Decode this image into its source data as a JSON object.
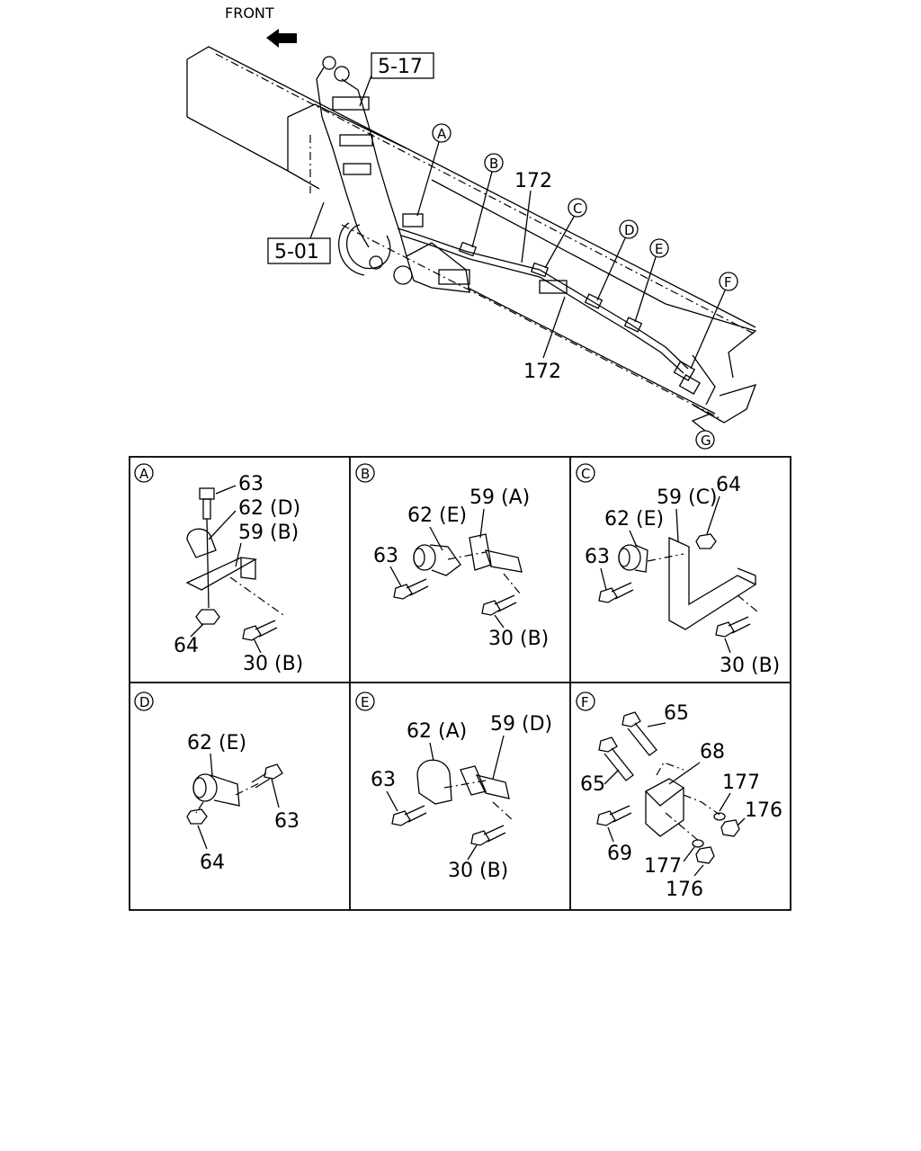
{
  "header": {
    "front_label": "FRONT"
  },
  "overview": {
    "ref_boxes": [
      "5-17",
      "5-01"
    ],
    "part_labels": [
      "172",
      "172"
    ],
    "callouts": [
      "A",
      "B",
      "C",
      "D",
      "E",
      "F",
      "G"
    ]
  },
  "details": {
    "A": {
      "letter": "A",
      "labels": [
        "63",
        "62 (D)",
        "59 (B)",
        "64",
        "30 (B)"
      ]
    },
    "B": {
      "letter": "B",
      "labels": [
        "62 (E)",
        "59 (A)",
        "63",
        "30 (B)"
      ]
    },
    "C": {
      "letter": "C",
      "labels": [
        "59 (C)",
        "64",
        "62 (E)",
        "63",
        "30 (B)"
      ]
    },
    "D": {
      "letter": "D",
      "labels": [
        "62 (E)",
        "63",
        "64"
      ]
    },
    "E": {
      "letter": "E",
      "labels": [
        "62 (A)",
        "59 (D)",
        "63",
        "30 (B)"
      ]
    },
    "F": {
      "letter": "F",
      "labels": [
        "65",
        "68",
        "65",
        "177",
        "176",
        "69",
        "177",
        "176"
      ]
    }
  }
}
